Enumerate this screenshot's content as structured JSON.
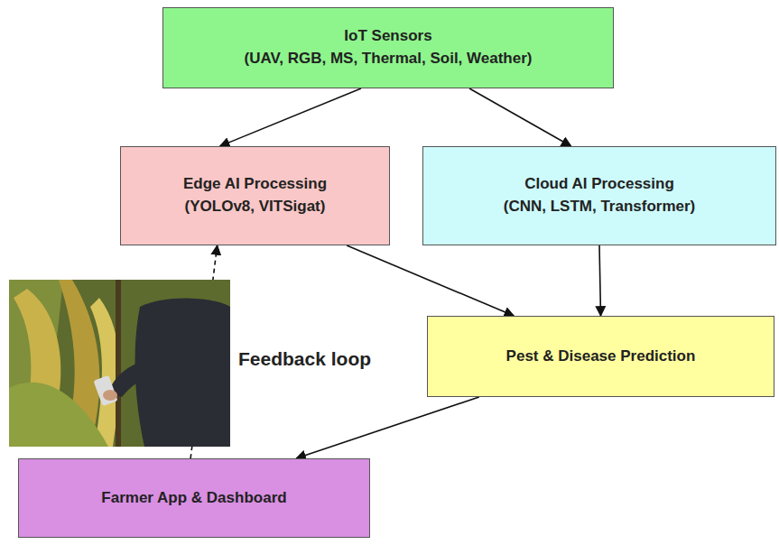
{
  "diagram": {
    "nodes": [
      {
        "text": [
          "IoT Sensors",
          "(UAV, RGB, MS, Thermal, Soil, Weather)"
        ]
      },
      {
        "text": [
          "Edge AI Processing",
          "(YOLOv8, VITSigat)"
        ]
      },
      {
        "text": [
          "Cloud AI Processing",
          "(CNN, LSTM, Transformer)"
        ]
      },
      {
        "text": [
          "Pest & Disease Prediction"
        ]
      },
      {
        "text": [
          "Farmer App & Dashboard"
        ]
      }
    ],
    "edges": [
      {
        "from": 0,
        "to": 1,
        "arrow": "to"
      },
      {
        "from": 0,
        "to": 2,
        "arrow": "to"
      },
      {
        "from": 1,
        "to": 3,
        "arrow": "to"
      },
      {
        "from": 2,
        "to": 3,
        "arrow": "to"
      },
      {
        "from": 3,
        "to": 4,
        "arrow": "to"
      },
      {
        "from": 4,
        "to": 1,
        "arrow": "to"
      }
    ],
    "labels": [
      "Feedback loop"
    ]
  }
}
